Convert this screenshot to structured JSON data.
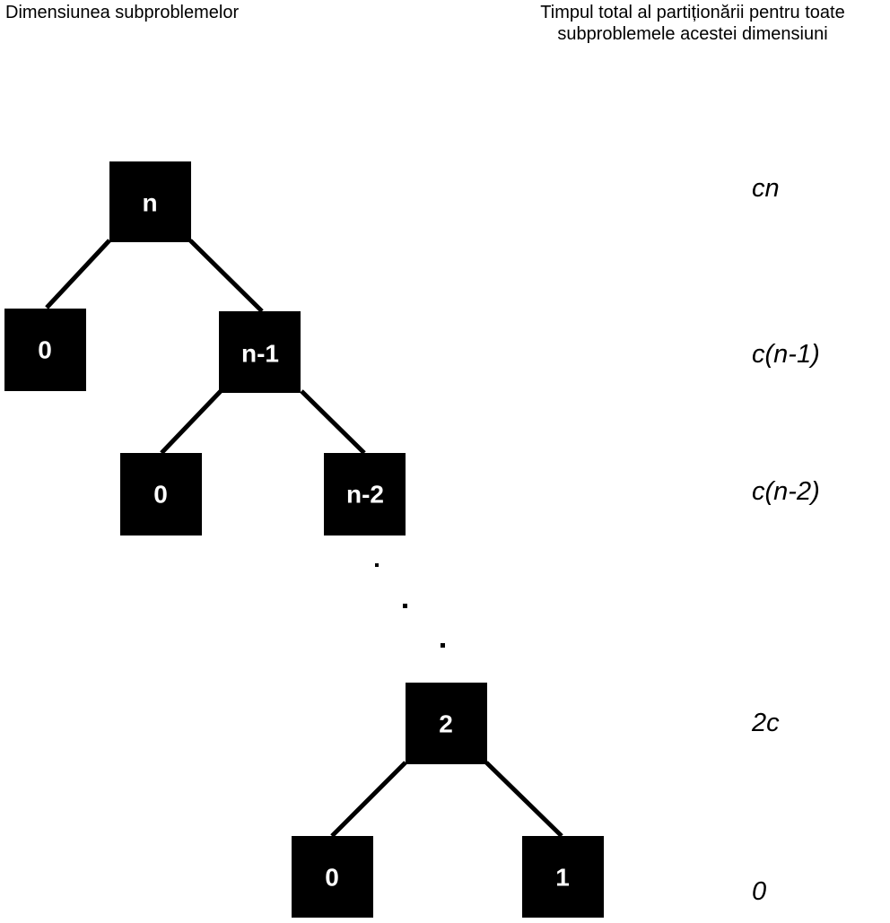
{
  "headers": {
    "left": "Dimensiunea subproblemelor",
    "right_line1": "Timpul total al partiționării pentru toate",
    "right_line2": "subproblemele acestei dimensiuni"
  },
  "nodes": {
    "n": "n",
    "zero_a": "0",
    "n_minus_1": "n-1",
    "zero_b": "0",
    "n_minus_2": "n-2",
    "two": "2",
    "zero_c": "0",
    "one": "1"
  },
  "costs": {
    "level_1": "cn",
    "level_2": "c(n-1)",
    "level_3": "c(n-2)",
    "level_4": "2c",
    "level_5": "0"
  }
}
